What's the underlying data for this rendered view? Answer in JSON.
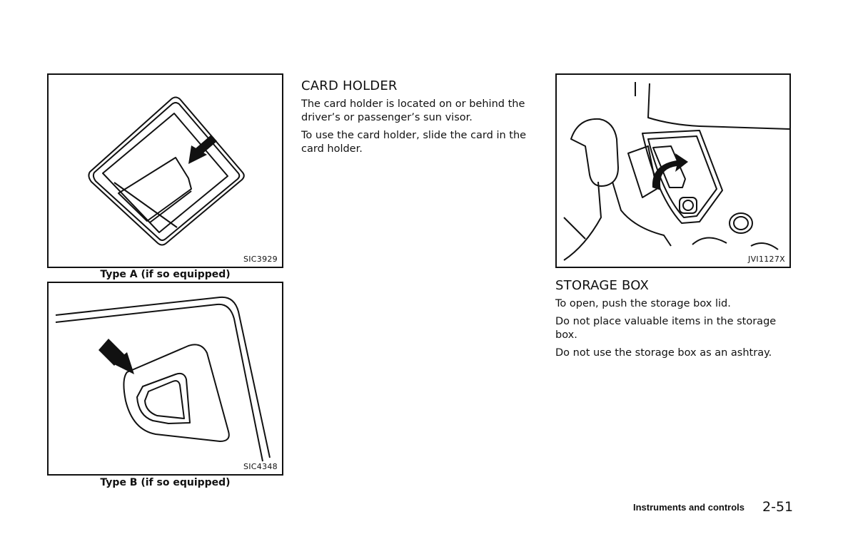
{
  "figures": {
    "type_a": {
      "code": "SIC3929",
      "caption": "Type A (if so equipped)",
      "icon": "arrow-icon"
    },
    "type_b": {
      "code": "SIC4348",
      "caption": "Type B (if so equipped)",
      "icon": "arrow-icon"
    },
    "storage": {
      "code": "JVI1127X",
      "icon": "curved-arrow-icon"
    }
  },
  "card_holder": {
    "heading": "CARD HOLDER",
    "paragraphs": [
      "The card holder is located on or behind the driver’s or passenger’s sun visor.",
      "To use the card holder, slide the card in the card holder."
    ]
  },
  "storage_box": {
    "heading": "STORAGE BOX",
    "paragraphs": [
      "To open, push the storage box lid.",
      "Do not place valuable items in the storage box.",
      "Do not use the storage box as an ashtray."
    ]
  },
  "footer": {
    "section": "Instruments and controls",
    "page": "2-51"
  }
}
